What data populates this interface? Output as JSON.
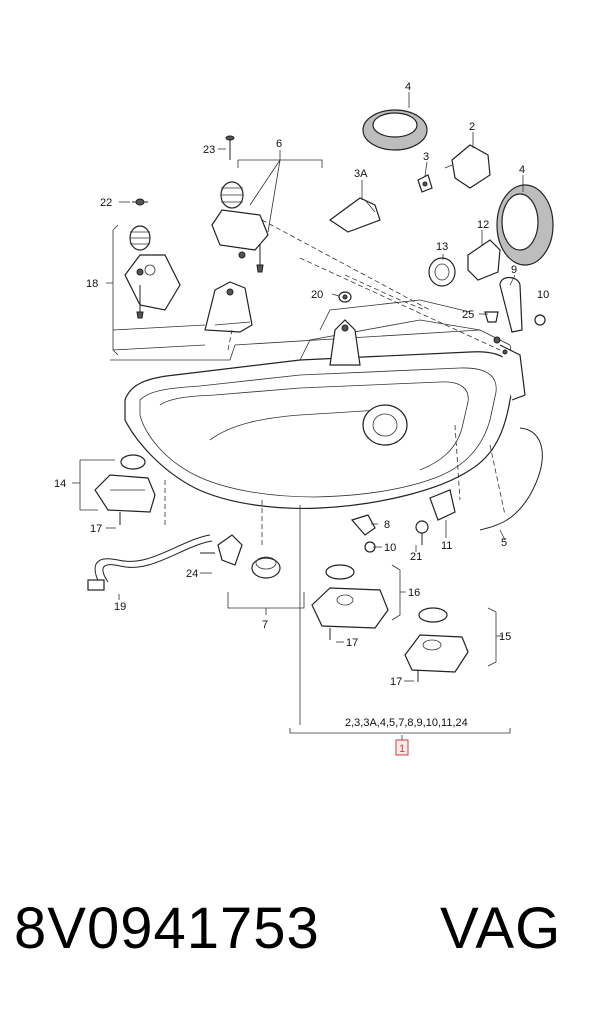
{
  "labels": {
    "l1": "1",
    "l2": "2",
    "l3": "3",
    "l3a": "3A",
    "l4a": "4",
    "l4b": "4",
    "l5": "5",
    "l6": "6",
    "l7": "7",
    "l8": "8",
    "l9": "9",
    "l10a": "10",
    "l10b": "10",
    "l11": "11",
    "l12": "12",
    "l13": "13",
    "l14": "14",
    "l15": "15",
    "l16": "16",
    "l17a": "17",
    "l17b": "17",
    "l17c": "17",
    "l18": "18",
    "l19": "19",
    "l20": "20",
    "l21": "21",
    "l22": "22",
    "l23": "23",
    "l24": "24",
    "l25": "25",
    "group_list": "2,3,3A,4,5,7,8,9,10,11,24"
  },
  "footer": {
    "part_number": "8V0941753",
    "brand": "VAG"
  }
}
